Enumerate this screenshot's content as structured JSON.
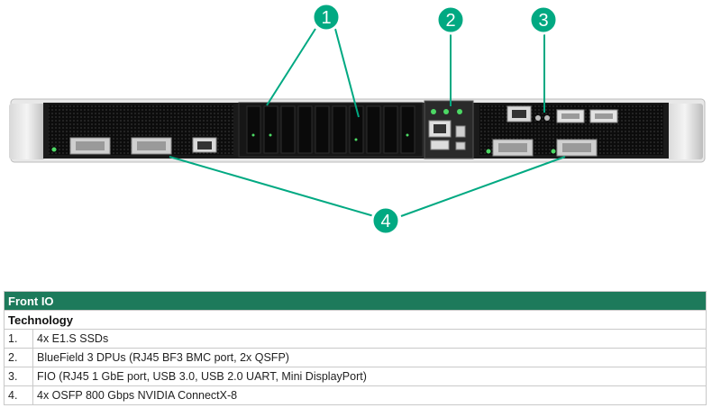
{
  "callouts": {
    "c1": "1",
    "c2": "2",
    "c3": "3",
    "c4": "4"
  },
  "table": {
    "title": "Front IO",
    "subheader": "Technology",
    "rows": [
      {
        "num": "1.",
        "text": "4x E1.S SSDs"
      },
      {
        "num": "2.",
        "text": "BlueField 3 DPUs (RJ45 BF3 BMC port, 2x QSFP)"
      },
      {
        "num": "3.",
        "text": "FIO (RJ45 1 GbE port, USB 3.0, USB 2.0 UART, Mini DisplayPort)"
      },
      {
        "num": "4.",
        "text": "4x OSFP 800 Gbps NVIDIA ConnectX-8"
      }
    ]
  },
  "colors": {
    "accent": "#01a982",
    "table_header": "#1d7a5b",
    "led": "#4cd964"
  }
}
